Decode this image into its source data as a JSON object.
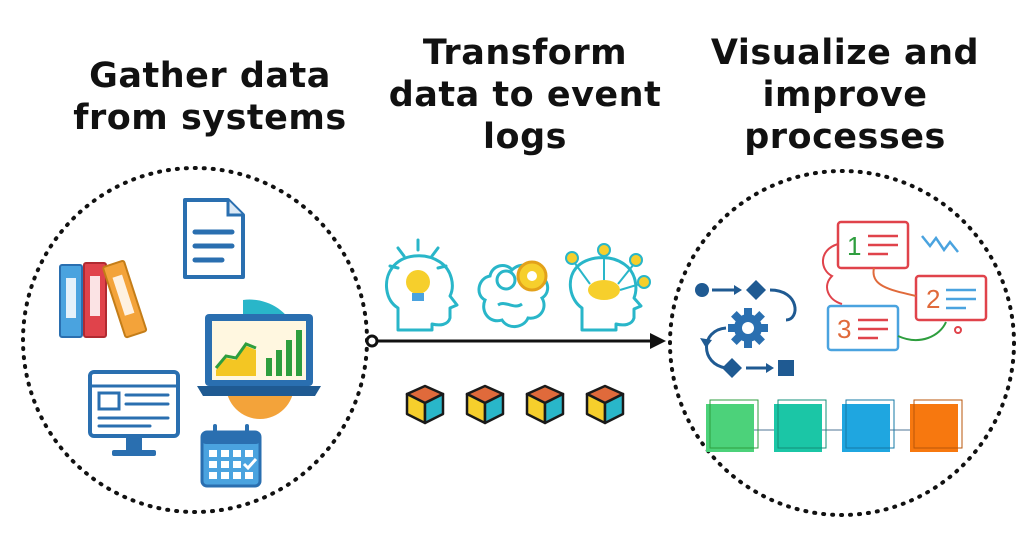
{
  "steps": [
    {
      "title_line1": "Gather data",
      "title_line2": "from systems"
    },
    {
      "title_line1": "Transform",
      "title_line2": "data to event",
      "title_line3": "logs"
    },
    {
      "title_line1": "Visualize and",
      "title_line2": "improve",
      "title_line3": "processes"
    }
  ],
  "step_labels": [
    "1",
    "2",
    "3"
  ],
  "colors": {
    "outline": "#2a6fb0",
    "binder_blue": "#4aa3df",
    "binder_red": "#e0434b",
    "binder_orange": "#f3a33a",
    "chart_green": "#2e9e3e",
    "chart_yellow": "#f3c623",
    "cube_orange": "#e06a3b",
    "cube_teal": "#29b6c9",
    "cube_yellow": "#f6cf2c",
    "step_green": "#4cd27a",
    "step_teal": "#1bc6a6",
    "step_blue": "#1fa6e0",
    "step_orange": "#f7780f"
  },
  "icons": [
    "binders-icon",
    "document-icon",
    "laptop-chart-icon",
    "monitor-icon",
    "calendar-icon",
    "lightbulb-head-icon",
    "gears-brain-icon",
    "network-head-icon",
    "cube-icon",
    "process-flow-icon",
    "numbered-notes-icon"
  ]
}
